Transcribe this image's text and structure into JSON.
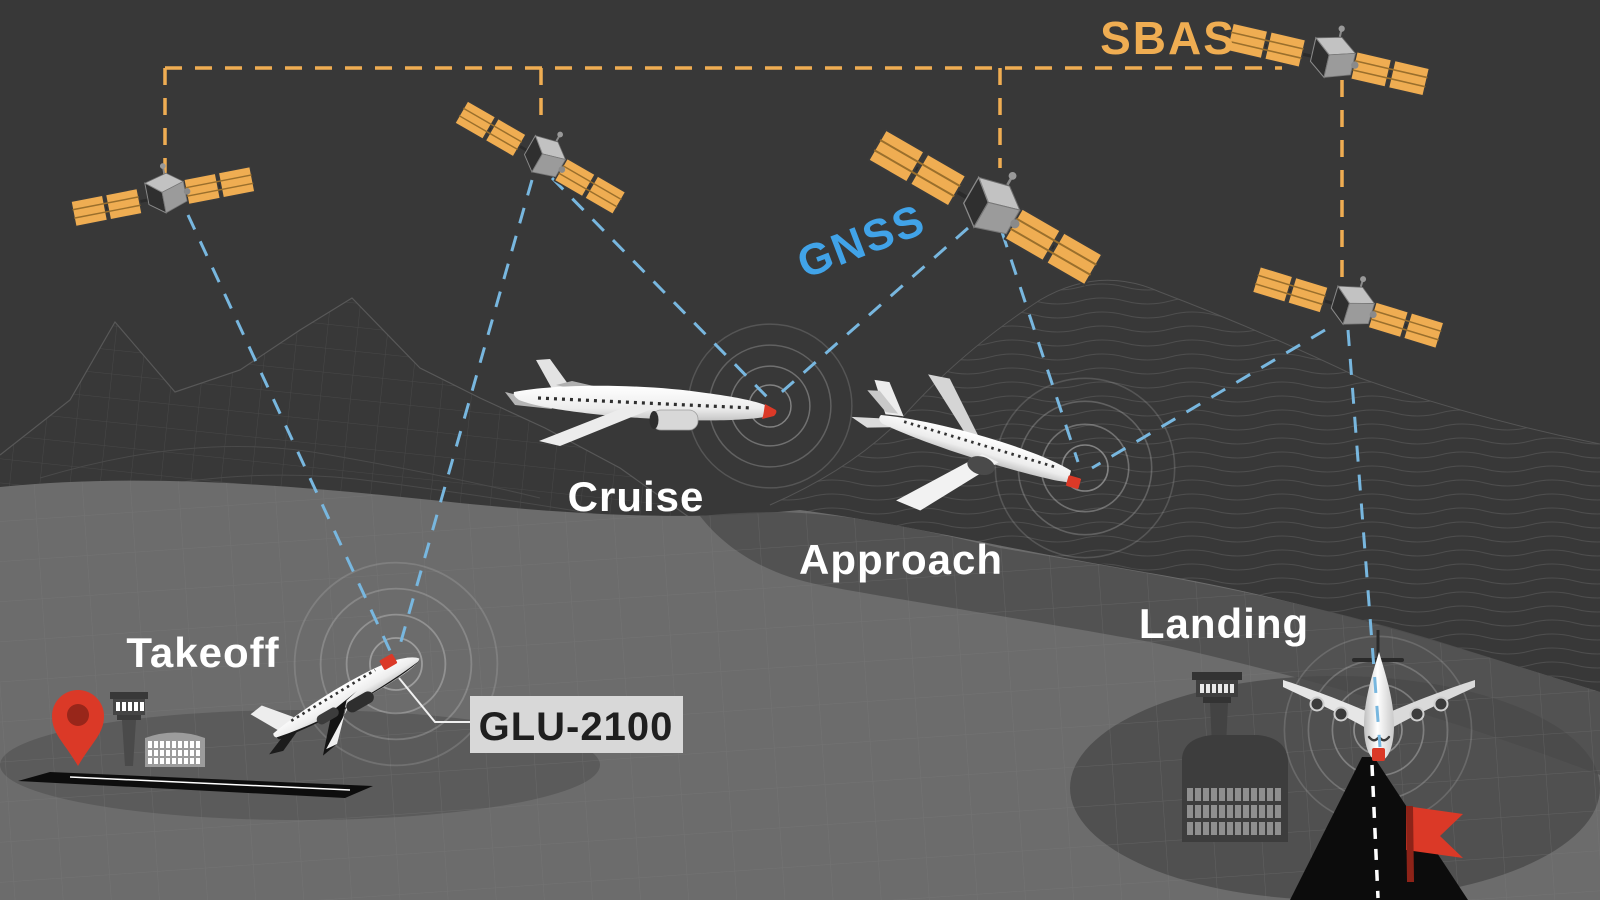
{
  "diagram": {
    "phases": {
      "takeoff": "Takeoff",
      "cruise": "Cruise",
      "approach": "Approach",
      "landing": "Landing"
    },
    "systems": {
      "sbas": "SBAS",
      "gnss": "GNSS"
    },
    "callout": {
      "label": "GLU-2100"
    },
    "colors": {
      "sbas_orange": "#EFAD52",
      "gnss_blue": "#78B7DF",
      "alert_red": "#DB3927",
      "sky": "#383838",
      "terrain": "#6C6C6C",
      "callout_bg": "#D8D8D8",
      "callout_text": "#1F1F1F",
      "label_white": "#FFFFFF"
    }
  }
}
